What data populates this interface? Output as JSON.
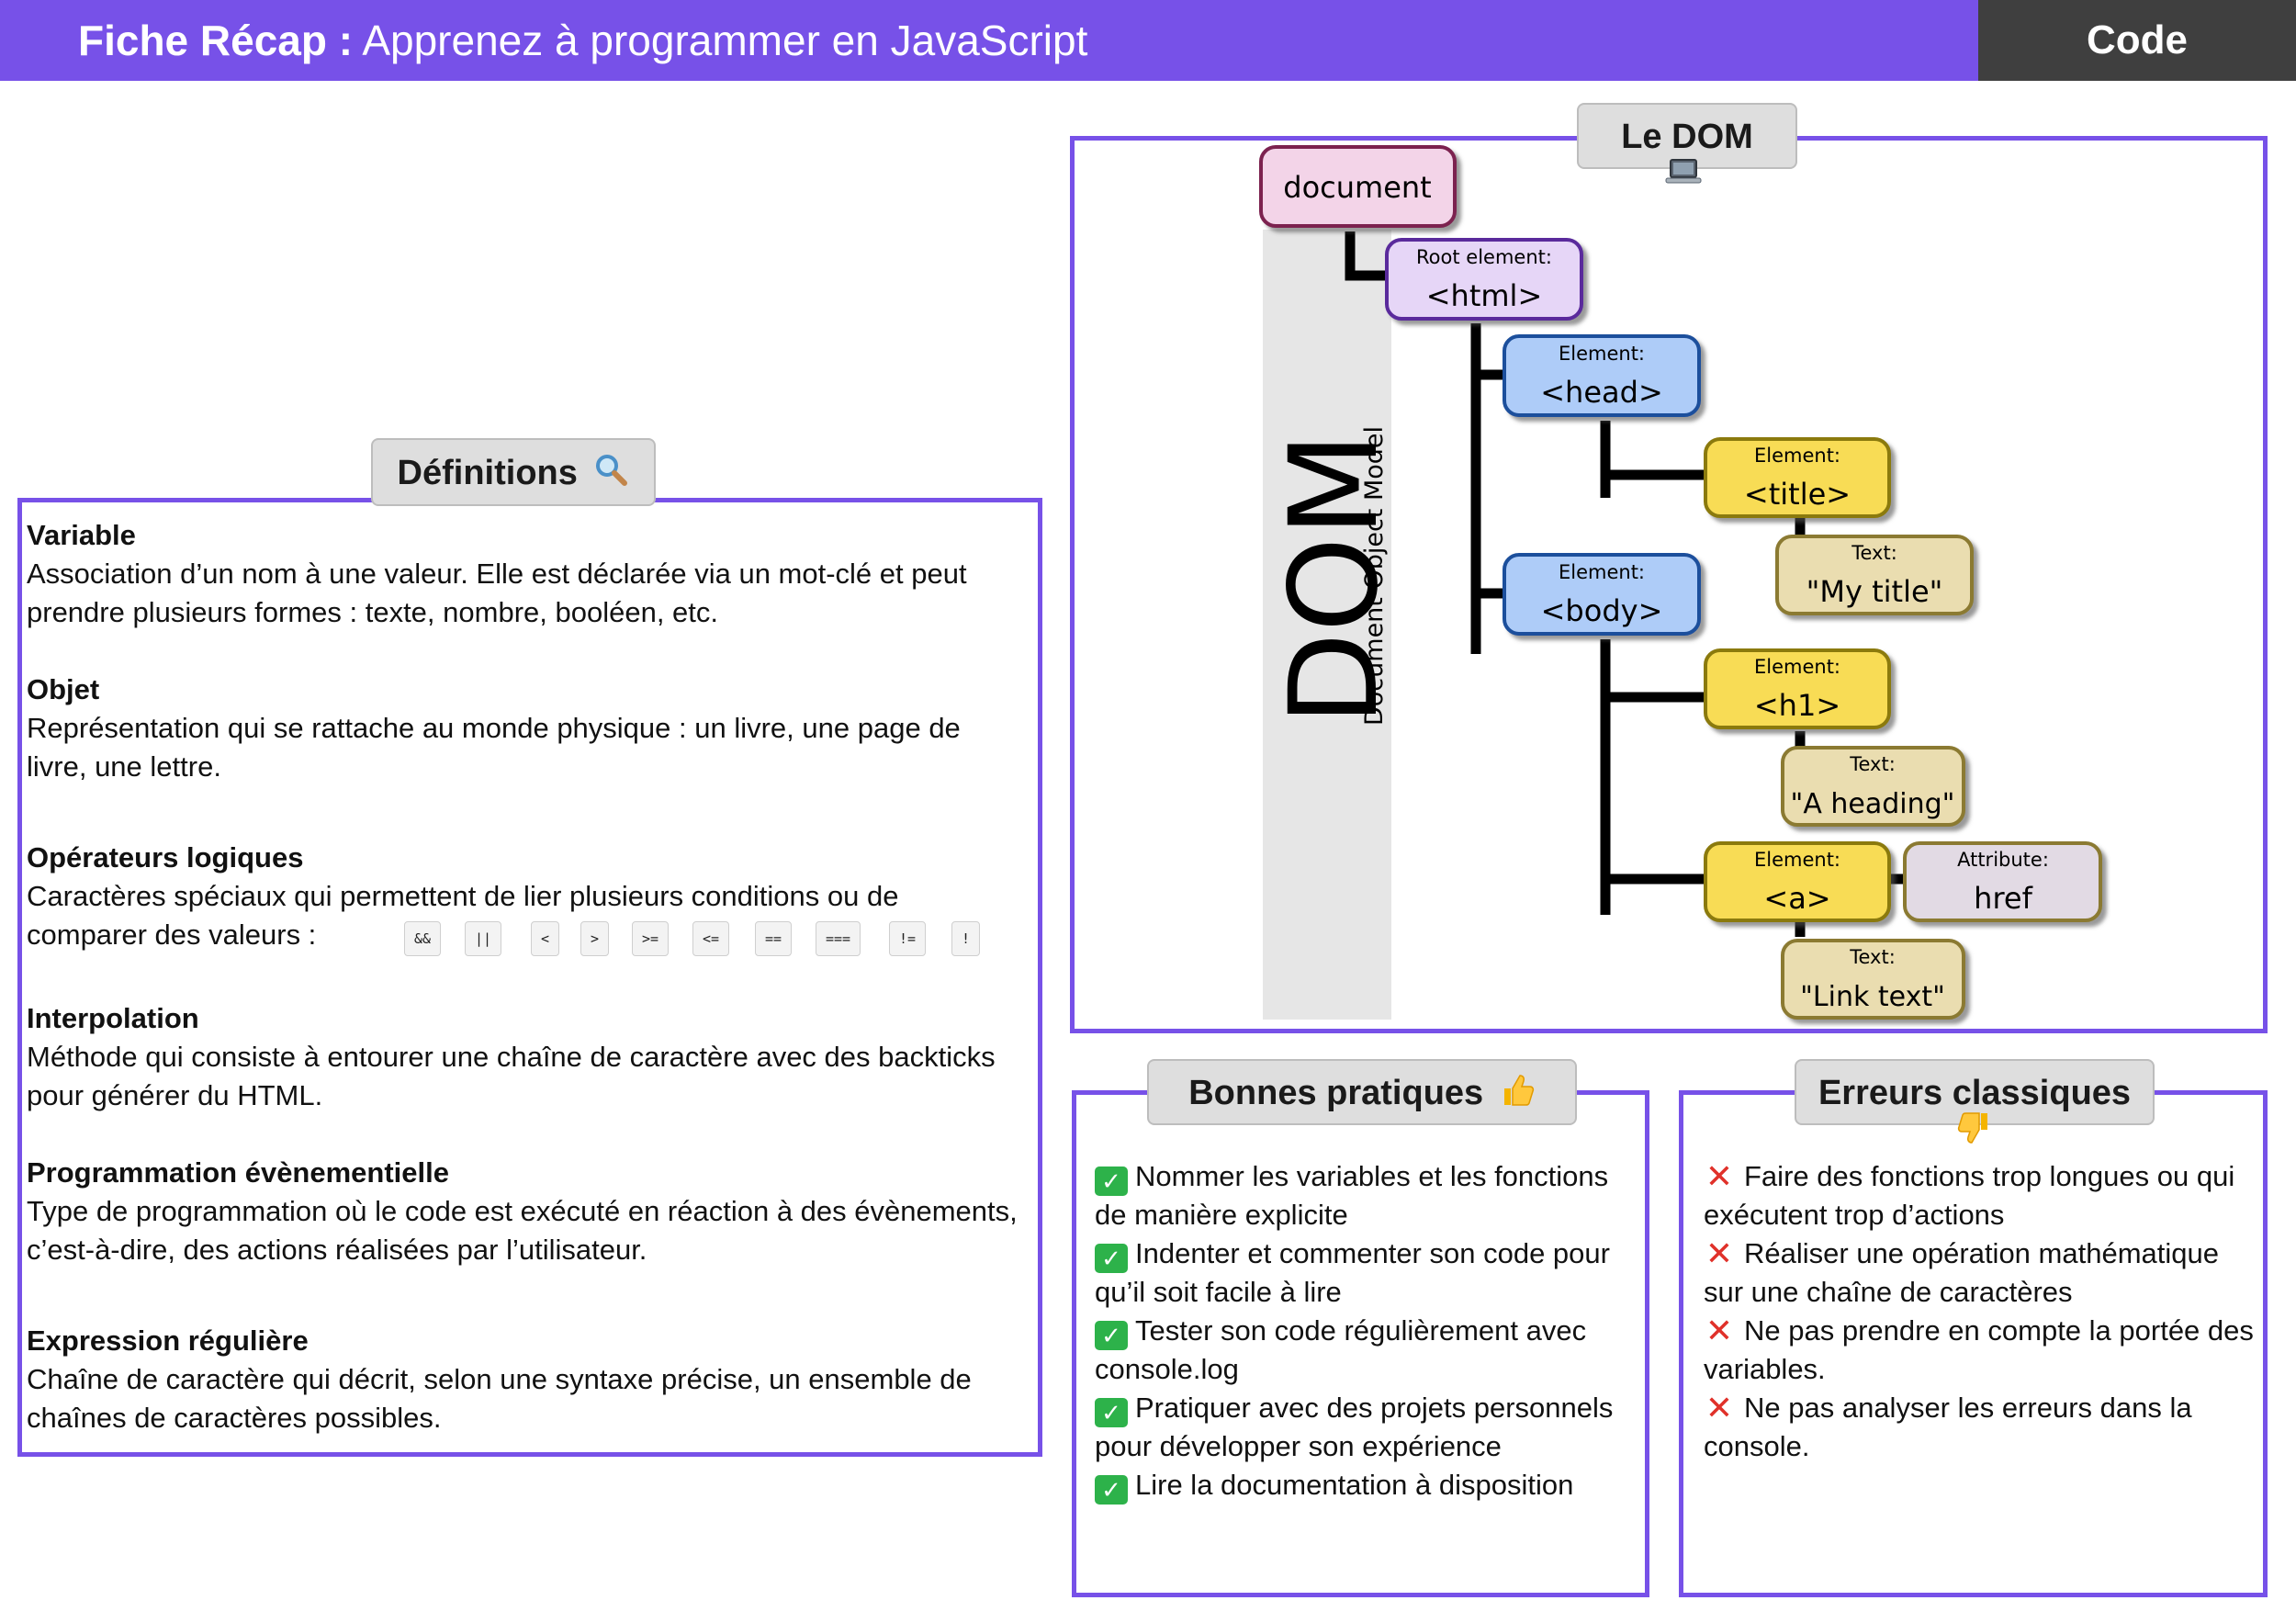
{
  "header": {
    "title_bold": "Fiche Récap :",
    "title_rest": " Apprenez à programmer en JavaScript",
    "tag": "Code",
    "colors": {
      "accent": "#7751E8",
      "tag_bg": "#3F3F3F"
    }
  },
  "definitions": {
    "label": "Définitions",
    "icon": "magnifier-icon",
    "items": [
      {
        "term": "Variable",
        "text": "Association d’un nom à une valeur. Elle est déclarée via un mot-clé et peut prendre plusieurs formes : texte, nombre, booléen, etc."
      },
      {
        "term": "Objet",
        "text": "Représentation qui se rattache au monde physique : un livre, une page de livre, une lettre."
      },
      {
        "term": "Opérateurs logiques",
        "text": "Caractères spéciaux qui permettent de lier plusieurs conditions ou de comparer des valeurs :"
      },
      {
        "term": "Interpolation",
        "text": "Méthode qui consiste à entourer une chaîne de caractère avec des backticks pour générer du HTML."
      },
      {
        "term": "Programmation évènementielle",
        "text": "Type de programmation où le code est exécuté en réaction à des évènements, c’est-à-dire, des actions réalisées par l’utilisateur."
      },
      {
        "term": "Expression régulière",
        "text": "Chaîne de caractère qui décrit, selon une syntaxe précise, un ensemble de chaînes de caractères possibles."
      }
    ],
    "operators": [
      "&&",
      "||",
      "<",
      ">",
      ">=",
      "<=",
      "==",
      "===",
      "!=",
      "!"
    ]
  },
  "dom": {
    "label": "Le DOM",
    "icon": "laptop-icon",
    "big": "DOM",
    "subtitle": "Document Object Model",
    "nodes": {
      "document": "document",
      "html": {
        "kind": "Root element:",
        "tag": "<html>"
      },
      "head": {
        "kind": "Element:",
        "tag": "<head>"
      },
      "title": {
        "kind": "Element:",
        "tag": "<title>"
      },
      "title_text": {
        "kind": "Text:",
        "tag": "\"My title\""
      },
      "body": {
        "kind": "Element:",
        "tag": "<body>"
      },
      "h1": {
        "kind": "Element:",
        "tag": "<h1>"
      },
      "h1_text": {
        "kind": "Text:",
        "tag": "\"A heading\""
      },
      "a": {
        "kind": "Element:",
        "tag": "<a>"
      },
      "a_attr": {
        "kind": "Attribute:",
        "tag": "href"
      },
      "a_text": {
        "kind": "Text:",
        "tag": "\"Link text\""
      }
    },
    "colors": {
      "document": "#F3D4E8",
      "root": "#E6D6F7",
      "element_blue": "#AECCF8",
      "element_yellow": "#F8DC55",
      "text": "#EADDB0",
      "attribute": "#E2DAE4"
    }
  },
  "good_practices": {
    "label": "Bonnes pratiques",
    "icon": "thumbs-up-icon",
    "items": [
      "Nommer les variables et les fonctions de manière explicite",
      "Indenter et commenter son code pour qu’il soit facile à lire",
      "Tester son code régulièrement avec console.log",
      "Pratiquer avec des projets personnels pour développer son expérience",
      "Lire la documentation à disposition"
    ]
  },
  "classic_errors": {
    "label": "Erreurs classiques",
    "icon": "thumbs-down-icon",
    "items": [
      "Faire des fonctions trop longues ou qui exécutent trop d’actions",
      "Réaliser une opération mathématique sur une chaîne de caractères",
      "Ne pas prendre en compte la portée des variables.",
      "Ne pas analyser les erreurs dans la console."
    ]
  }
}
